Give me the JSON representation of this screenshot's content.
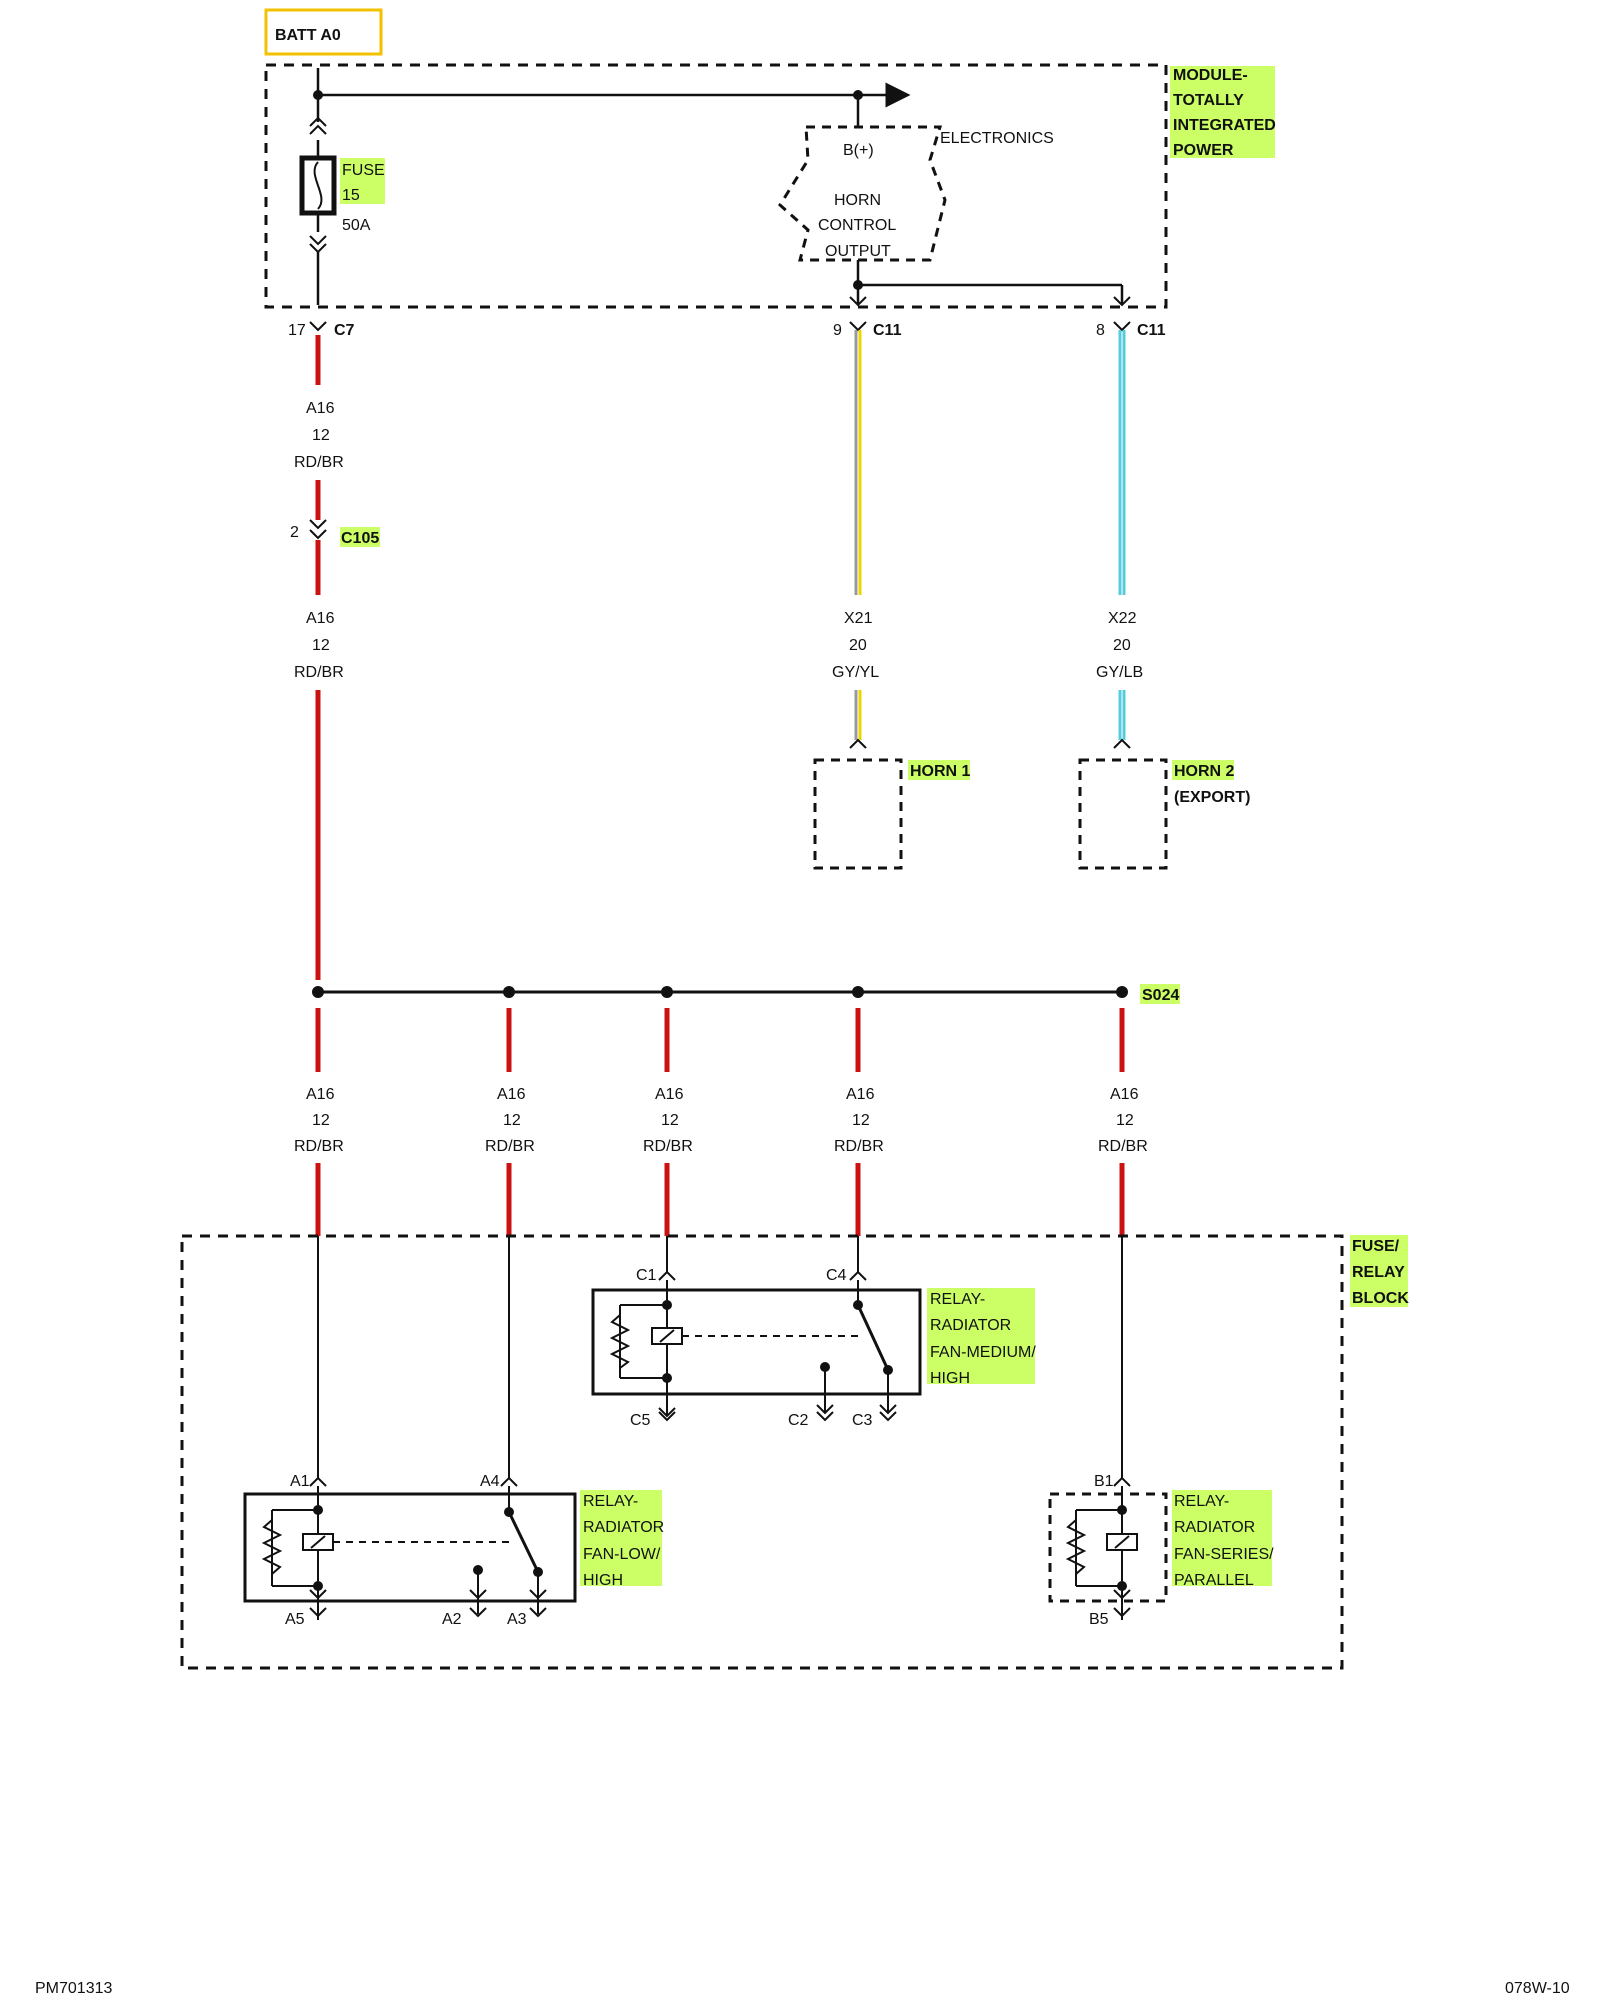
{
  "batt": "BATT A0",
  "module": {
    "lines": [
      "MODULE-",
      "TOTALLY",
      "INTEGRATED",
      "POWER"
    ]
  },
  "fuse": {
    "name": "FUSE",
    "number": "15",
    "rating": "50A"
  },
  "electronics": {
    "title": "ELECTRONICS",
    "pin": "B(+)",
    "output_lines": [
      "HORN",
      "CONTROL",
      "OUTPUT"
    ]
  },
  "connectors": {
    "c7": {
      "pin": "17",
      "name": "C7"
    },
    "c11_left": {
      "pin": "9",
      "name": "C11"
    },
    "c11_right": {
      "pin": "8",
      "name": "C11"
    },
    "c105": {
      "pin": "2",
      "name": "C105"
    }
  },
  "wires": {
    "a16": {
      "circuit": "A16",
      "gauge": "12",
      "color": "RD/BR"
    },
    "x21": {
      "circuit": "X21",
      "gauge": "20",
      "color": "GY/YL"
    },
    "x22": {
      "circuit": "X22",
      "gauge": "20",
      "color": "GY/LB"
    }
  },
  "horn1": "HORN 1",
  "horn2": {
    "line1": "HORN 2",
    "line2": "(EXPORT)"
  },
  "splice": "S024",
  "fuse_relay_block": {
    "lines": [
      "FUSE/",
      "RELAY",
      "BLOCK"
    ]
  },
  "relay_med": {
    "lines": [
      "RELAY-",
      "RADIATOR",
      "FAN-MEDIUM/",
      "HIGH"
    ],
    "pins": {
      "c1": "C1",
      "c4": "C4",
      "c5": "C5",
      "c2": "C2",
      "c3": "C3"
    }
  },
  "relay_low": {
    "lines": [
      "RELAY-",
      "RADIATOR",
      "FAN-LOW/",
      "HIGH"
    ],
    "pins": {
      "a1": "A1",
      "a4": "A4",
      "a5": "A5",
      "a2": "A2",
      "a3": "A3"
    }
  },
  "relay_series": {
    "lines": [
      "RELAY-",
      "RADIATOR",
      "FAN-SERIES/",
      "PARALLEL"
    ],
    "pins": {
      "b1": "B1",
      "b5": "B5"
    }
  },
  "footer": {
    "left": "PM701313",
    "right": "078W-10"
  },
  "colors": {
    "highlight": "#ccff66",
    "batt_border": "#f2c200",
    "wire_red": "#cc1111",
    "wire_yellow": "#e8d800",
    "wire_gray": "#999999",
    "wire_cyan": "#55ccdd"
  }
}
